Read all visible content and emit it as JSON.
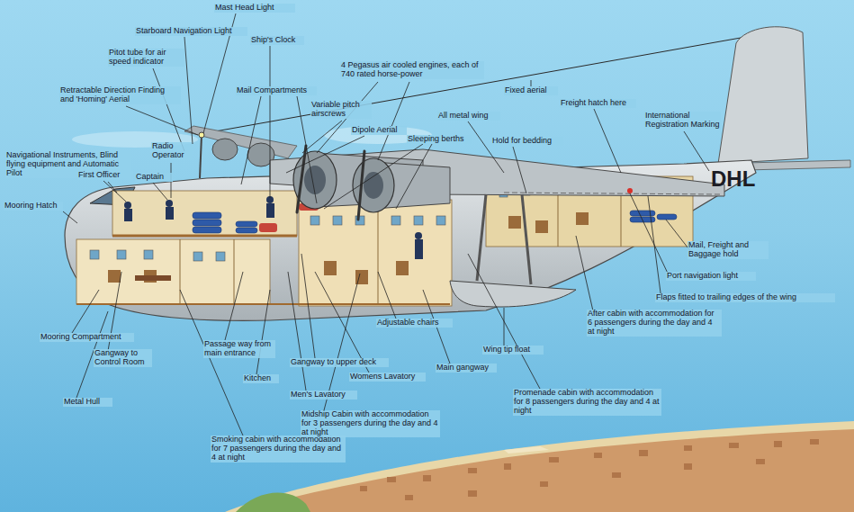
{
  "diagram": {
    "labels": [
      "Mast Head Light",
      "Starboard Navigation Light",
      "Ship's Clock",
      "Pitot tube for air speed indicator",
      "Mail Compartments",
      "4 Pegasus air cooled engines, each of 740 rated horse-power",
      "Fixed aerial",
      "Variable pitch airscrews",
      "Retractable Direction Finding and 'Homing' Aerial",
      "Dipole Aerial",
      "All metal wing",
      "Freight hatch here",
      "International Registration Marking",
      "Sleeping berths",
      "Hold for bedding",
      "Navigational Instruments, Blind flying equipment and Automatic Pilot",
      "Radio Operator",
      "First Officer",
      "Captain",
      "Mooring Hatch",
      "DHL",
      "Mail, Freight and Baggage hold",
      "Port navigation light",
      "Flaps fitted to trailing edges of the wing",
      "After cabin with accommodation for 6 passengers during the day and 4 at night",
      "Mooring Compartment",
      "Gangway to Control Room",
      "Metal Hull",
      "Passage way from main entrance",
      "Kitchen",
      "Gangway to upper deck",
      "Womens Lavatory",
      "Men's Lavatory",
      "Adjustable chairs",
      "Wing tip float",
      "Main gangway",
      "Smoking cabin with accommodation for 7 passengers during the day and 4 at night",
      "Midship Cabin with accommodation for 3 passengers during the day and 4 at night",
      "Promenade cabin with accommodation for 8 passengers during the day and 4 at night"
    ]
  }
}
